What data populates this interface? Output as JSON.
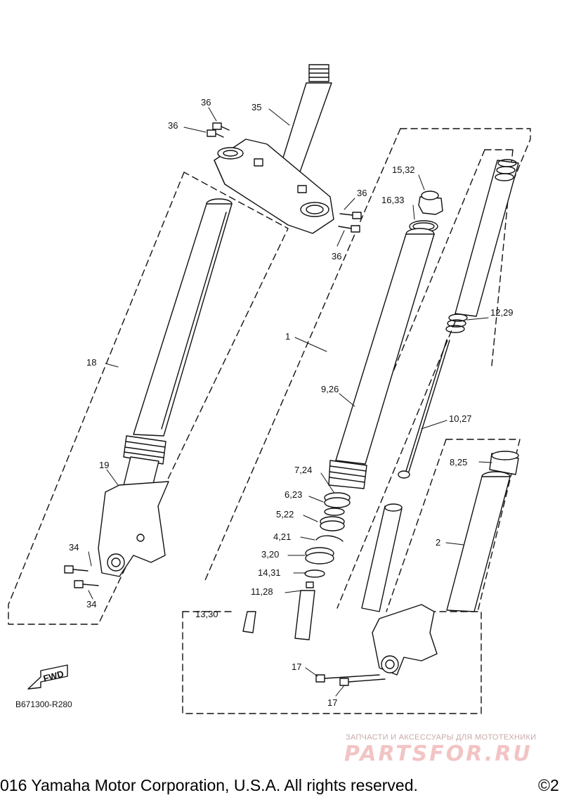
{
  "diagram": {
    "part_labels": [
      {
        "id": "p36a",
        "text": "36"
      },
      {
        "id": "p36b",
        "text": "36"
      },
      {
        "id": "p35",
        "text": "35"
      },
      {
        "id": "p36c",
        "text": "36"
      },
      {
        "id": "p36d",
        "text": "36"
      },
      {
        "id": "p15",
        "text": "15,32"
      },
      {
        "id": "p16",
        "text": "16,33"
      },
      {
        "id": "p12",
        "text": "12,29"
      },
      {
        "id": "p1",
        "text": "1"
      },
      {
        "id": "p18",
        "text": "18"
      },
      {
        "id": "p9",
        "text": "9,26"
      },
      {
        "id": "p10",
        "text": "10,27"
      },
      {
        "id": "p19",
        "text": "19"
      },
      {
        "id": "p8",
        "text": "8,25"
      },
      {
        "id": "p7",
        "text": "7,24"
      },
      {
        "id": "p6",
        "text": "6,23"
      },
      {
        "id": "p5",
        "text": "5,22"
      },
      {
        "id": "p4",
        "text": "4,21"
      },
      {
        "id": "p2",
        "text": "2"
      },
      {
        "id": "p3",
        "text": "3,20"
      },
      {
        "id": "p34a",
        "text": "34"
      },
      {
        "id": "p14",
        "text": "14,31"
      },
      {
        "id": "p11",
        "text": "11,28"
      },
      {
        "id": "p34b",
        "text": "34"
      },
      {
        "id": "p13",
        "text": "13,30"
      },
      {
        "id": "p17a",
        "text": "17"
      },
      {
        "id": "p17b",
        "text": "17"
      }
    ],
    "fwd_label": "FWD",
    "drawing_code": "B671300-R280"
  },
  "watermark": {
    "tagline": "ЗАПЧАСТИ И АКСЕССУАРЫ ДЛЯ МОТОТЕХНИКИ",
    "logo": "PARTSFOR.RU"
  },
  "footer": {
    "copyright": "016 Yamaha Motor Corporation, U.S.A. All rights reserved.",
    "copyright_right": "©2"
  }
}
